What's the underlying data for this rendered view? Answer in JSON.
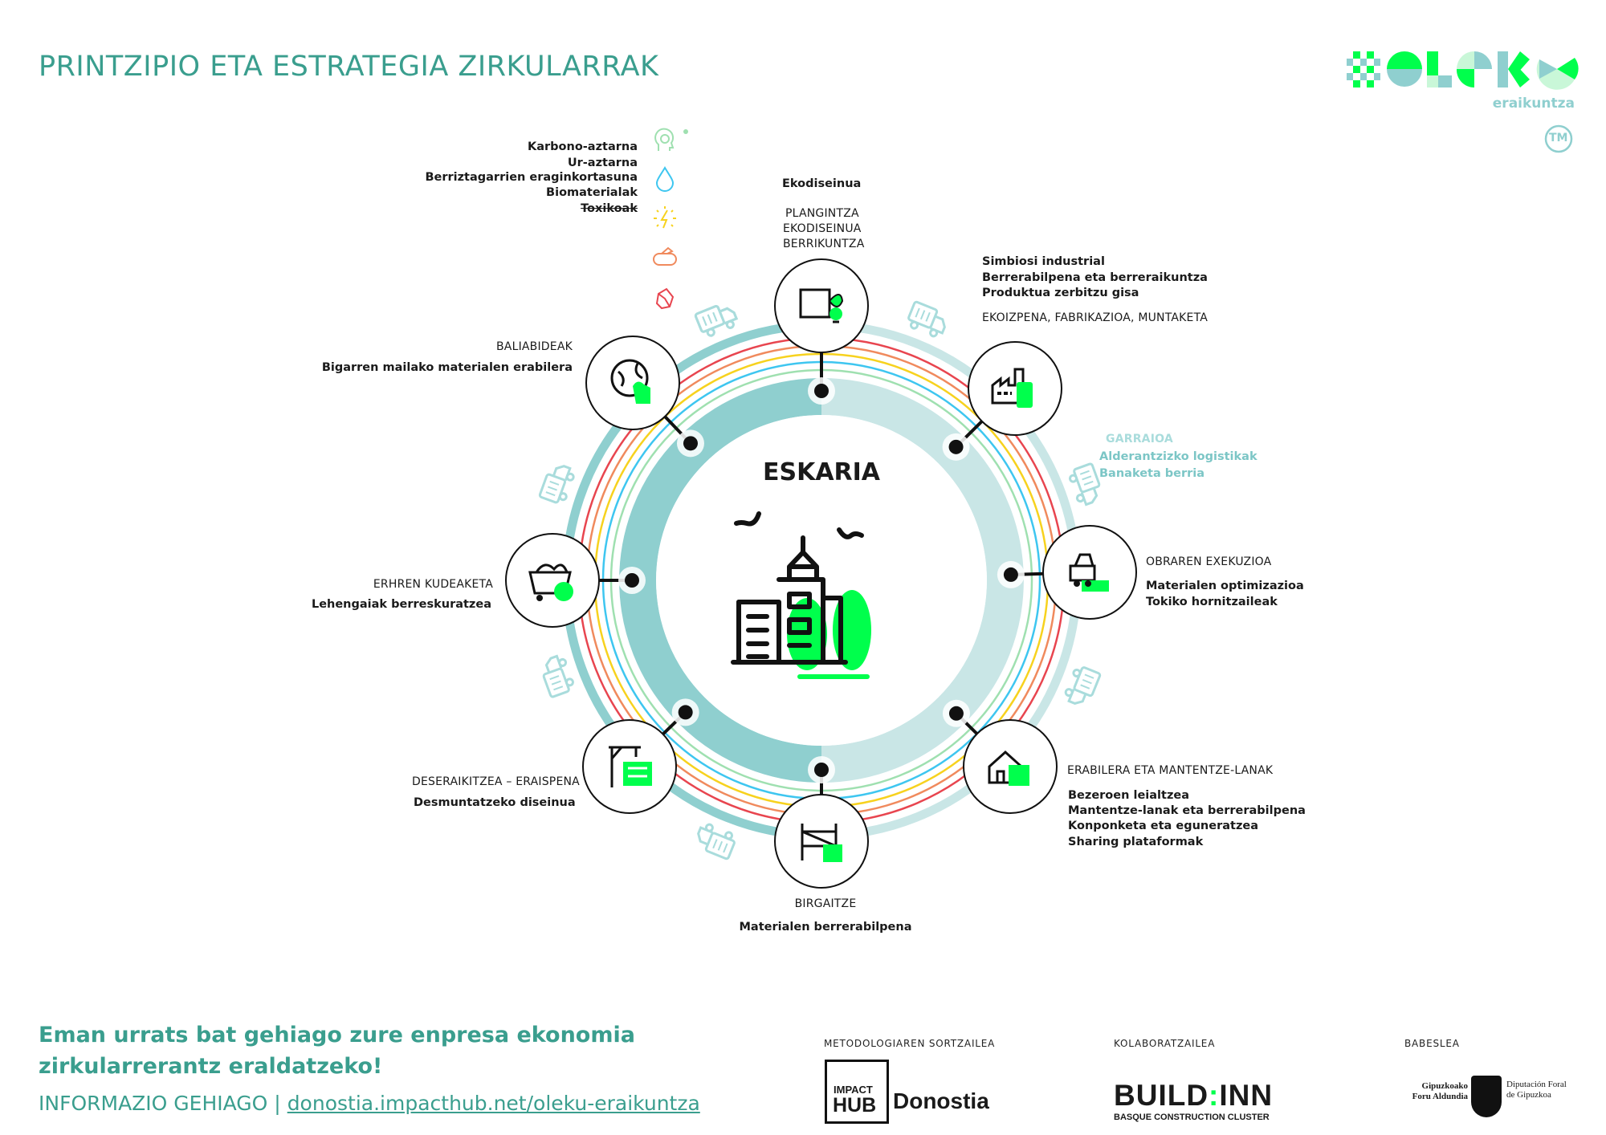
{
  "title": "PRINTZIPIO ETA ESTRATEGIA ZIRKULARRAK",
  "logo": {
    "name": "oleku",
    "subtitle": "eraikuntza",
    "tm": "TM"
  },
  "indicators": {
    "items": [
      "Karbono-aztarna",
      "Ur-aztarna",
      "Berriztagarrien eraginkortasuna",
      "Biomaterialak",
      "Toxikoak"
    ],
    "icons": [
      "head-icon",
      "water-drop-icon",
      "energy-icon",
      "wood-log-icon",
      "rock-icon"
    ],
    "colors": [
      "#9fe0b0",
      "#3ec6f0",
      "#f7d21e",
      "#f08a5d",
      "#e8454f"
    ]
  },
  "center": {
    "label": "ESKARIA"
  },
  "stages": {
    "planning": {
      "subtitle": "Ekodiseinua",
      "heading": [
        "PLANGINTZA",
        "EKODISEINUA",
        "BERRIKUNTZA"
      ]
    },
    "production": {
      "items": [
        "Simbiosi industrial",
        "Berrerabilpena eta berreraikuntza",
        "Produktua zerbitzu gisa"
      ],
      "heading": "EKOIZPENA, FABRIKAZIOA, MUNTAKETA"
    },
    "transport": {
      "heading": "GARRAIOA",
      "items": [
        "Alderantzizko logistikak",
        "Banaketa berria"
      ]
    },
    "execution": {
      "heading": "OBRAREN EXEKUZIOA",
      "items": [
        "Materialen optimizazioa",
        "Tokiko hornitzaileak"
      ]
    },
    "use": {
      "heading": "ERABILERA ETA MANTENTZE-LANAK",
      "items": [
        "Bezeroen leialtzea",
        "Mantentze-lanak eta berrerabilpena",
        "Konponketa eta eguneratzea",
        "Sharing plataformak"
      ]
    },
    "renovation": {
      "heading": "BIRGAITZE",
      "items": [
        "Materialen berrerabilpena"
      ]
    },
    "deconstruction": {
      "heading": "DESERAIKITZEA – ERAISPENA",
      "items": [
        "Desmuntatzeko diseinua"
      ]
    },
    "waste": {
      "heading": "ERHREN KUDEAKETA",
      "items": [
        "Lehengaiak berreskuratzea"
      ]
    },
    "resources": {
      "heading": "BALIABIDEAK",
      "items": [
        "Bigarren mailako materialen erabilera"
      ]
    }
  },
  "footer": {
    "cta": [
      "Eman urrats bat gehiago zure enpresa ekonomia",
      "zirkularrerantz eraldatzeko!"
    ],
    "info_label": "INFORMAZIO GEHIAGO |",
    "info_link": "donostia.impacthub.net/oleku-eraikuntza",
    "creator_label": "METODOLOGIAREN SORTZAILEA",
    "collaborator_label": "KOLABORATZAILEA",
    "sponsor_label": "BABESLEA",
    "impact_hub": {
      "line1": "IMPACT",
      "line2": "HUB",
      "city": "Donostia"
    },
    "buildinn": {
      "name_a": "BUILD",
      "sep": ":",
      "name_b": "INN",
      "tagline": "BASQUE CONSTRUCTION CLUSTER"
    },
    "gipuzkoa": {
      "left": [
        "Gipuzkoako",
        "Foru Aldundia"
      ],
      "right": [
        "Diputación Foral",
        "de Gipuzkoa"
      ]
    }
  },
  "colors": {
    "accent": "#3a9e8e",
    "brand_green": "#00ff4c",
    "teal_dark": "#8fcfcf",
    "teal_light": "#c9e6e6"
  }
}
